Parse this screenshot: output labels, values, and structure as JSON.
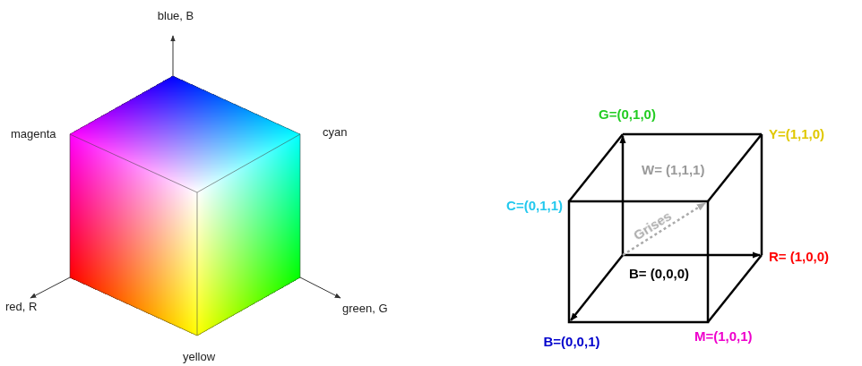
{
  "diagram": {
    "labels": [
      "blue, B",
      "magenta",
      "cyan",
      "red, R",
      "green, G",
      "yellow",
      "G=(0,1,0)",
      "Y=(1,1,0)",
      "C=(0,1,1)",
      "W= (1,1,1)",
      "Grises",
      "R= (1,0,0)",
      "B= (0,0,0)",
      "B=(0,0,1)",
      "M=(1,0,1)"
    ]
  }
}
